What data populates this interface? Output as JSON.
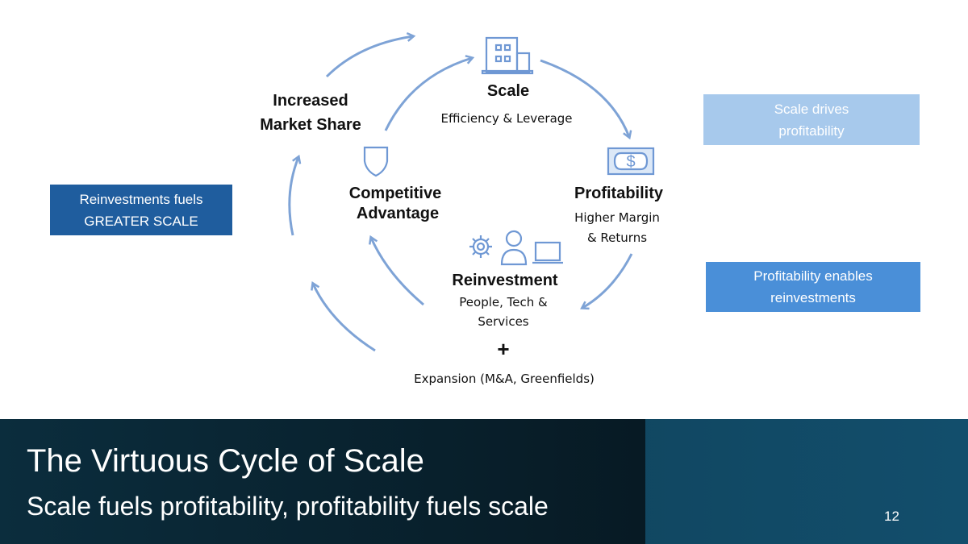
{
  "diagram": {
    "scale": {
      "title": "Scale",
      "subtitle": "Efficiency & Leverage"
    },
    "profitability": {
      "title": "Profitability",
      "line1": "Higher Margin",
      "line2": "& Returns"
    },
    "reinvestment": {
      "title": "Reinvestment",
      "line1": "People, Tech &",
      "line2": "Services"
    },
    "competitive": {
      "line1": "Competitive",
      "line2": "Advantage"
    },
    "market_share": {
      "line1": "Increased",
      "line2": "Market Share"
    },
    "plus": "+",
    "expansion": "Expansion (M&A, Greenfields)",
    "dollar": "$"
  },
  "callouts": {
    "scale_drives": {
      "line1": "Scale drives",
      "line2": "profitability",
      "color": "#a7c9ec"
    },
    "reinvest_fuels": {
      "line1": "Reinvestments  fuels",
      "line2": "GREATER SCALE",
      "color": "#1f5d9e"
    },
    "profit_enables": {
      "line1": "Profitability enables",
      "line2": "reinvestments",
      "color": "#4a8fd8"
    }
  },
  "footer": {
    "title": "The Virtuous Cycle of Scale",
    "subtitle": "Scale fuels profitability, profitability fuels scale",
    "page_number": "12"
  },
  "colors": {
    "arrow": "#7ea3d6",
    "icon": "#6f98d4"
  }
}
